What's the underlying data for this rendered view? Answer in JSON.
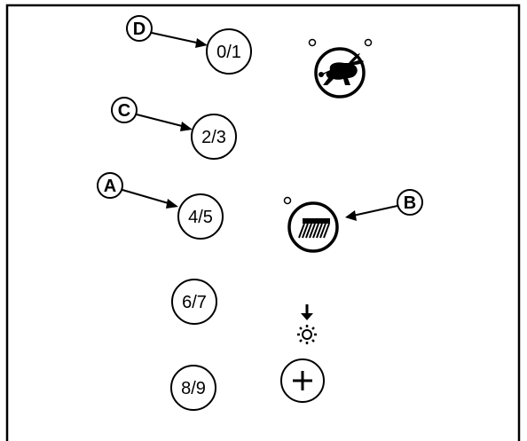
{
  "buttons": {
    "b01": "0/1",
    "b23": "2/3",
    "b45": "4/5",
    "b67": "6/7",
    "b89": "8/9"
  },
  "callouts": {
    "a": "A",
    "b": "B",
    "c": "C",
    "d": "D"
  },
  "icons": {
    "rabbit": "rabbit-icon",
    "brush": "brush-icon",
    "plus": "plus-icon",
    "arrow_sun": "arrow-down-sun-icon"
  },
  "colors": {
    "line": "#000000",
    "background": "#ffffff"
  }
}
